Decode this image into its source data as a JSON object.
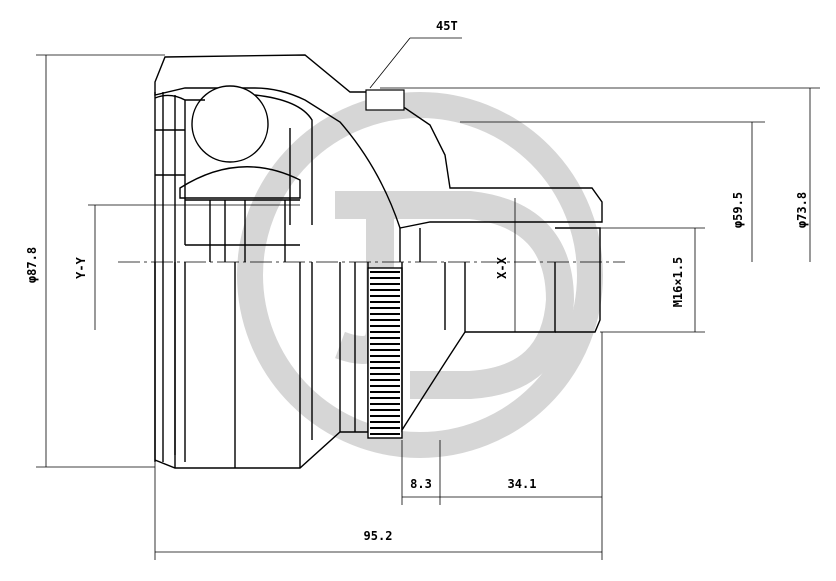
{
  "drawing": {
    "taper_note": "45T",
    "axis_label_vertical": "Y-Y",
    "axis_label_horizontal": "X-X",
    "outer_diameter": "φ87.8",
    "seal_diameter": "φ73.8",
    "shaft_diameter": "φ59.5",
    "thread": "M16×1.5",
    "overall_length": "95.2",
    "stub_length": "34.1",
    "ring_offset": "8.3"
  },
  "colors": {
    "line": "#000000",
    "watermark": "#d6d6d6",
    "background": "#ffffff"
  }
}
